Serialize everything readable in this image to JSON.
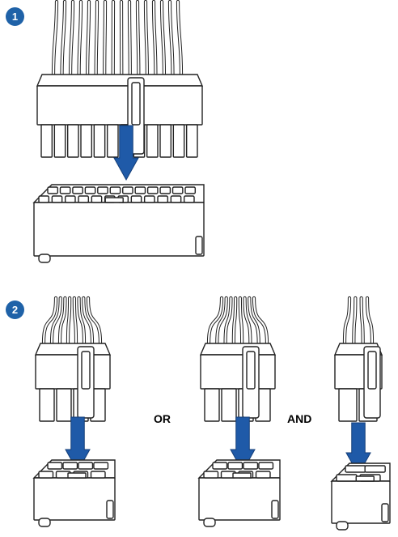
{
  "steps": [
    {
      "number": "1",
      "pins": 24
    },
    {
      "number": "2",
      "pins": 8
    }
  ],
  "connectors_step2": [
    {
      "pins": 8
    },
    {
      "pins": 8
    },
    {
      "pins": 4
    }
  ],
  "labels": {
    "or": "OR",
    "and": "AND"
  },
  "colors": {
    "badge": "#1f62a8",
    "arrow": "#1f5aa8",
    "outline": "#222222"
  },
  "icons": [
    "insert-arrow-icon"
  ]
}
